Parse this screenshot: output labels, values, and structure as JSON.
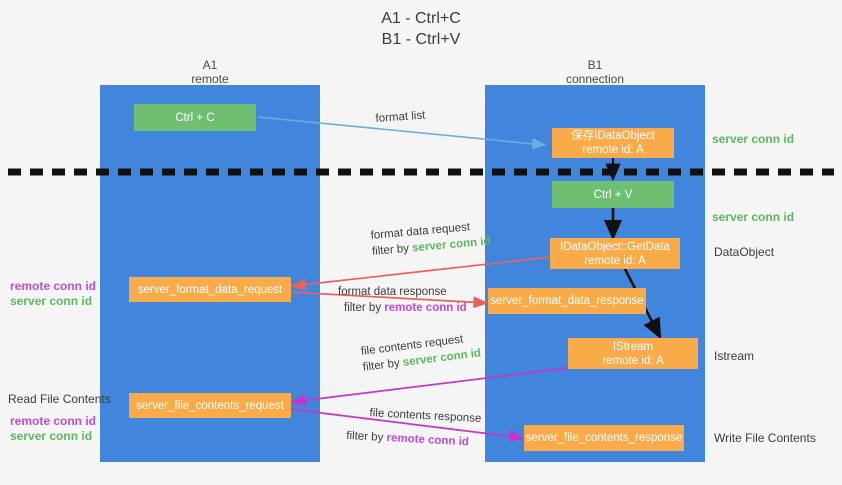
{
  "title": {
    "line1": "A1 - Ctrl+C",
    "line2": "B1 - Ctrl+V"
  },
  "lanes": [
    {
      "id": "a1",
      "name": "A1",
      "sub": "remote"
    },
    {
      "id": "b1",
      "name": "B1",
      "sub": "connection"
    }
  ],
  "nodes": {
    "ctrl_c": {
      "label": "Ctrl + C"
    },
    "ctrl_v": {
      "label": "Ctrl + V"
    },
    "save_dataobject": {
      "line1": "保存IDataObject",
      "line2": "remote id: A"
    },
    "getdata": {
      "line1": "IDataObject::GetData",
      "line2": "remote id: A"
    },
    "istream": {
      "line1": "IStream",
      "line2": "remote id: A"
    },
    "server_format_data_request": {
      "label": "server_format_data_request"
    },
    "server_format_data_response": {
      "label": "server_format_data_response"
    },
    "server_file_contents_request": {
      "label": "server_file_contents_request"
    },
    "server_file_contents_response": {
      "label": "server_file_contents_response"
    }
  },
  "edges": {
    "format_list": {
      "label": "format list"
    },
    "format_data_request": {
      "line1": "format data request",
      "filter_prefix": "filter by ",
      "filter_value": "server conn id"
    },
    "format_data_response": {
      "line1": "format data response",
      "filter_prefix": "filter by ",
      "filter_value": "remote conn id"
    },
    "file_contents_request": {
      "line1": "file contents request",
      "filter_prefix": "filter by ",
      "filter_value": "server conn id"
    },
    "file_contents_response": {
      "line1": "file contents response",
      "filter_prefix": "filter by ",
      "filter_value": "remote conn id"
    }
  },
  "right_labels": {
    "server_conn_id_top": "server conn id",
    "server_conn_id_mid": "server conn id",
    "dataobject": "DataObject",
    "istream": "Istream",
    "write_file_contents": "Write File Contents"
  },
  "left_labels": {
    "remote_conn_id_1": "remote conn id",
    "server_conn_id_1": "server conn id",
    "read_file_contents": "Read File Contents",
    "remote_conn_id_2": "remote conn id",
    "server_conn_id_2": "server conn id"
  },
  "colors": {
    "lane": "#4285dc",
    "green_node": "#6fbf73",
    "orange_node": "#f9ab4a",
    "green_text": "#5cb85c",
    "purple_text": "#c04bd4",
    "red_arrow": "#e8615c",
    "magenta_arrow": "#c735c7",
    "blue_arrow": "#6aaee0",
    "black_arrow": "#111111",
    "background": "#f5f5f5"
  }
}
